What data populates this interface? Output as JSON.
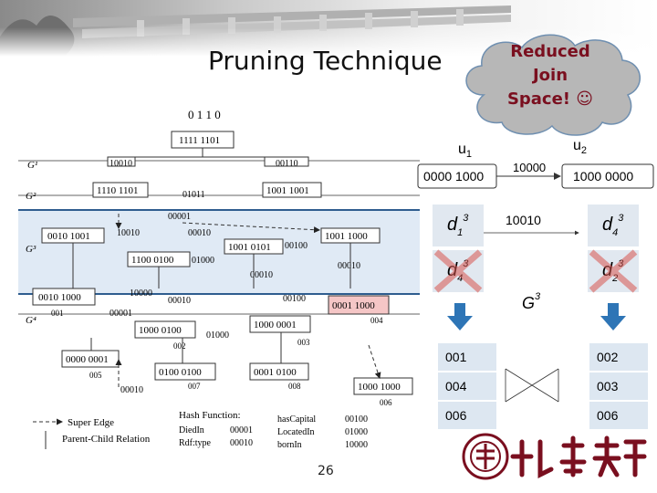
{
  "slide": {
    "title": "Pruning Technique",
    "callout": {
      "line1": "Reduced",
      "line2": "Join",
      "line3": "Space! ☺"
    },
    "page_number": "26"
  },
  "query": {
    "u1_label": "u",
    "u1_sub": "1",
    "u2_label": "u",
    "u2_sub": "2",
    "u1_code": "0000 1000",
    "edge_code": "10000",
    "u2_code": "1000 0000"
  },
  "join": {
    "edge_label": "10010",
    "level_label": "G",
    "level_sup": "3",
    "left": [
      {
        "base": "d",
        "sub": "1",
        "sup": "3"
      },
      {
        "base": "d",
        "sub": "4",
        "sup": "3"
      }
    ],
    "right": [
      {
        "base": "d",
        "sub": "4",
        "sup": "3"
      },
      {
        "base": "d",
        "sub": "2",
        "sup": "3"
      }
    ],
    "pruned_color": "#d9534f",
    "arrow_color": "#2e75b6",
    "left_ids": [
      "001",
      "004",
      "006"
    ],
    "right_ids": [
      "002",
      "003",
      "006"
    ]
  },
  "tree": {
    "root_code": "1111 1101",
    "root_top": "0 1 1 0",
    "levels": [
      "G¹",
      "G²",
      "G³",
      "G⁴"
    ],
    "level2_nodes": [
      "1110 1101",
      "1001 1001"
    ],
    "level3_nodes": [
      "0010 1001",
      "1001 0101",
      "1001 1000"
    ],
    "level3_extra": [
      "1100 0100",
      "01000"
    ],
    "level4_nodes": [
      "0010 1000",
      "1000 0100",
      "1000 0001",
      "0001 1000"
    ],
    "leaf_nodes": [
      "0000 0001",
      "0100 0100",
      "0001 0100",
      "1000 1000"
    ],
    "edge_codes": [
      "10010",
      "00110",
      "01011",
      "00001",
      "00010",
      "10010",
      "00100",
      "00010",
      "10000",
      "00010",
      "00100",
      "00001",
      "01000",
      "00010",
      "00010"
    ],
    "leaf_ids": [
      "001",
      "002",
      "003",
      "004",
      "005",
      "006",
      "007",
      "008"
    ],
    "legend": {
      "super_edge": "Super Edge",
      "parent_child": "Parent-Child Relation",
      "hash_title": "Hash Function:",
      "hash_rows": [
        {
          "k1": "DiedIn",
          "v1": "00001",
          "k2": "hasCapital",
          "v2": "00100"
        },
        {
          "k1": "Rdf:type",
          "v1": "00010",
          "k2": "LocatedIn",
          "v2": "01000"
        },
        {
          "k1": "",
          "v1": "",
          "k2": "bornIn",
          "v2": "10000"
        }
      ]
    }
  },
  "colors": {
    "highlight": "#dbe6f3",
    "highlight_border": "#2f5d8f",
    "cloud": "#b7b7b7",
    "callout_text": "#7a0f1f",
    "pink_node": "#f5c6c6",
    "cell_bg": "#dde7f1"
  }
}
